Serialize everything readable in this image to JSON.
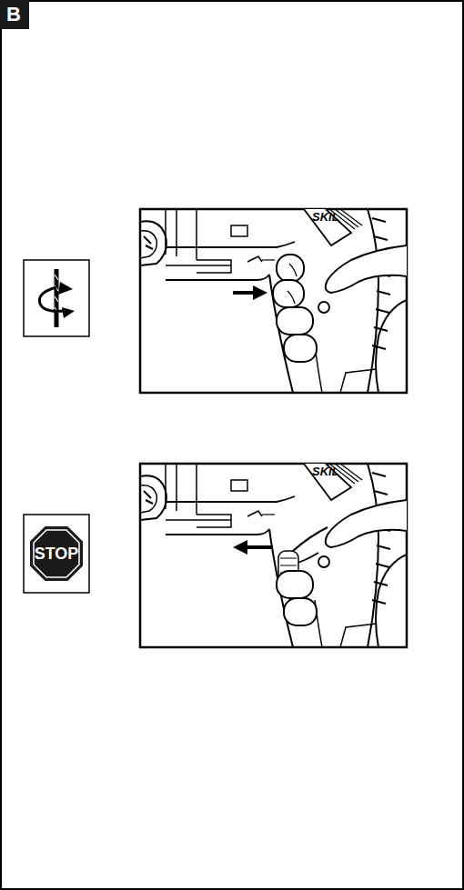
{
  "diagram": {
    "labels": [
      "B",
      "SKIL",
      "SKIL",
      "STOP"
    ]
  }
}
